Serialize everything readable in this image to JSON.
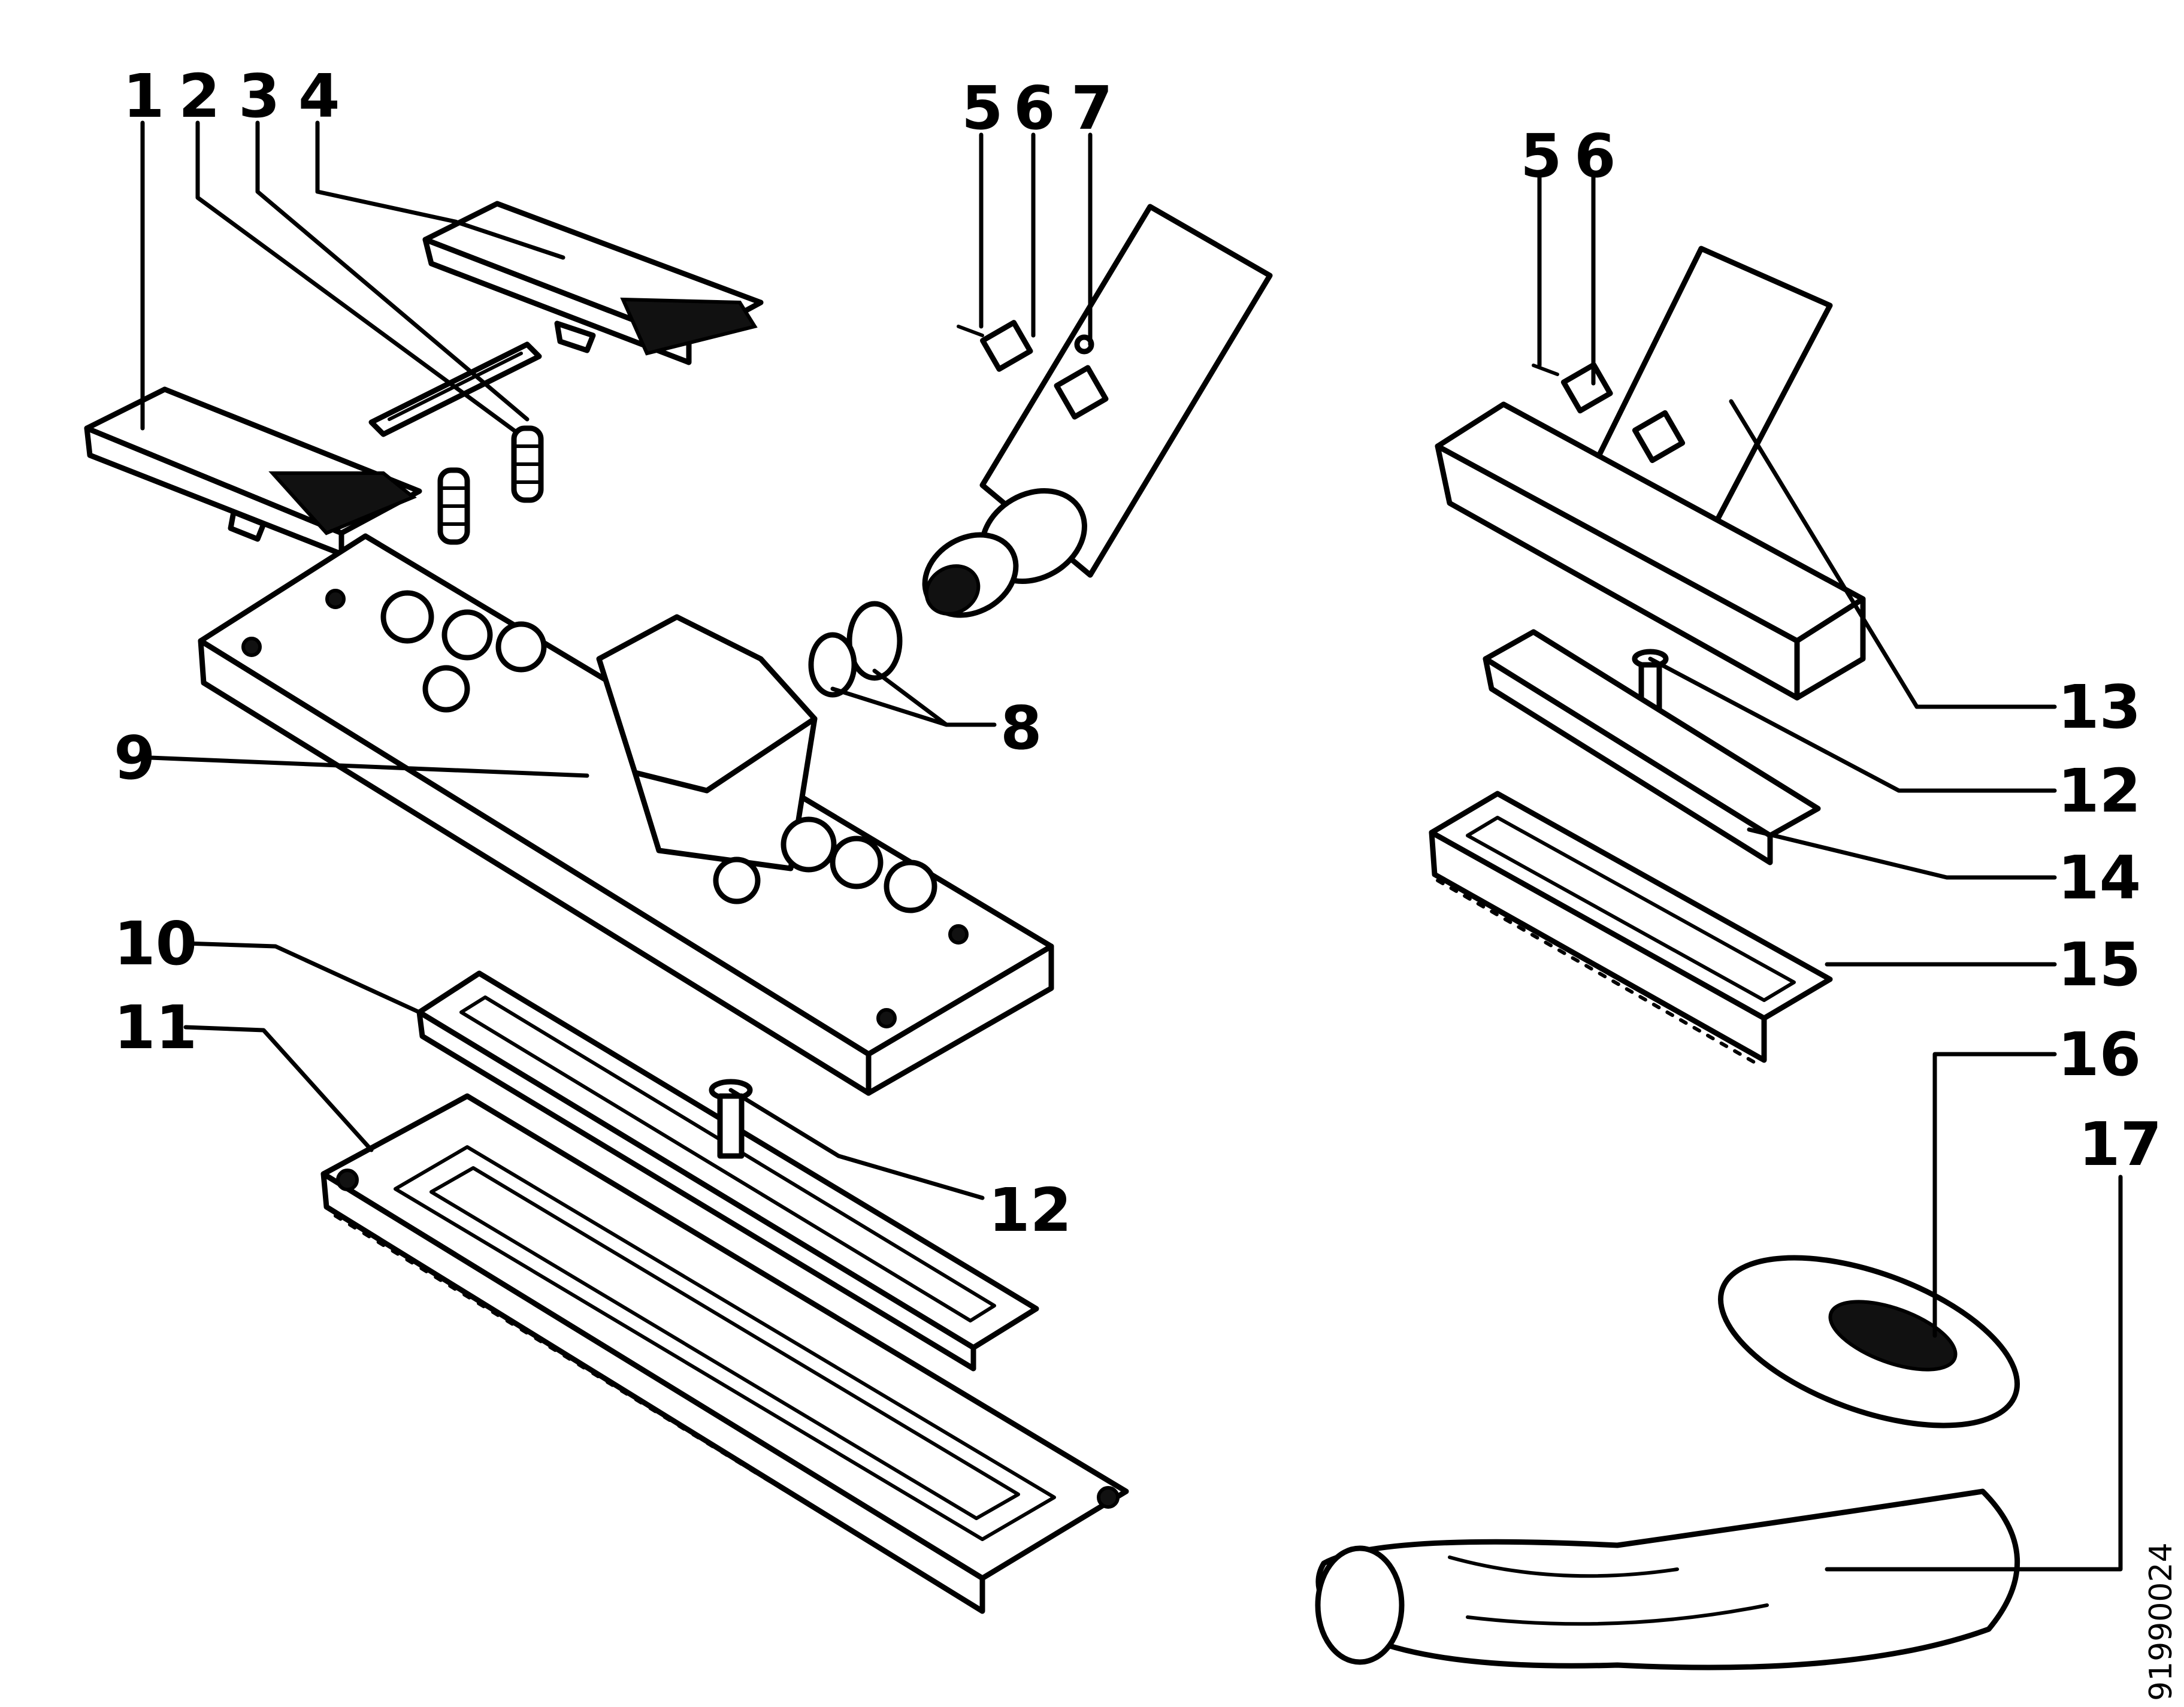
{
  "callouts": {
    "n1": "1",
    "n2": "2",
    "n3": "3",
    "n4": "4",
    "n5a": "5",
    "n6a": "6",
    "n7": "7",
    "n8": "8",
    "n9": "9",
    "n10": "10",
    "n11": "11",
    "n12a": "12",
    "n5b": "5",
    "n6b": "6",
    "n13": "13",
    "n12b": "12",
    "n14": "14",
    "n15": "15",
    "n16": "16",
    "n17": "17"
  },
  "figure_code": "91990024",
  "colors": {
    "ink": "#000000",
    "paper": "#ffffff"
  }
}
